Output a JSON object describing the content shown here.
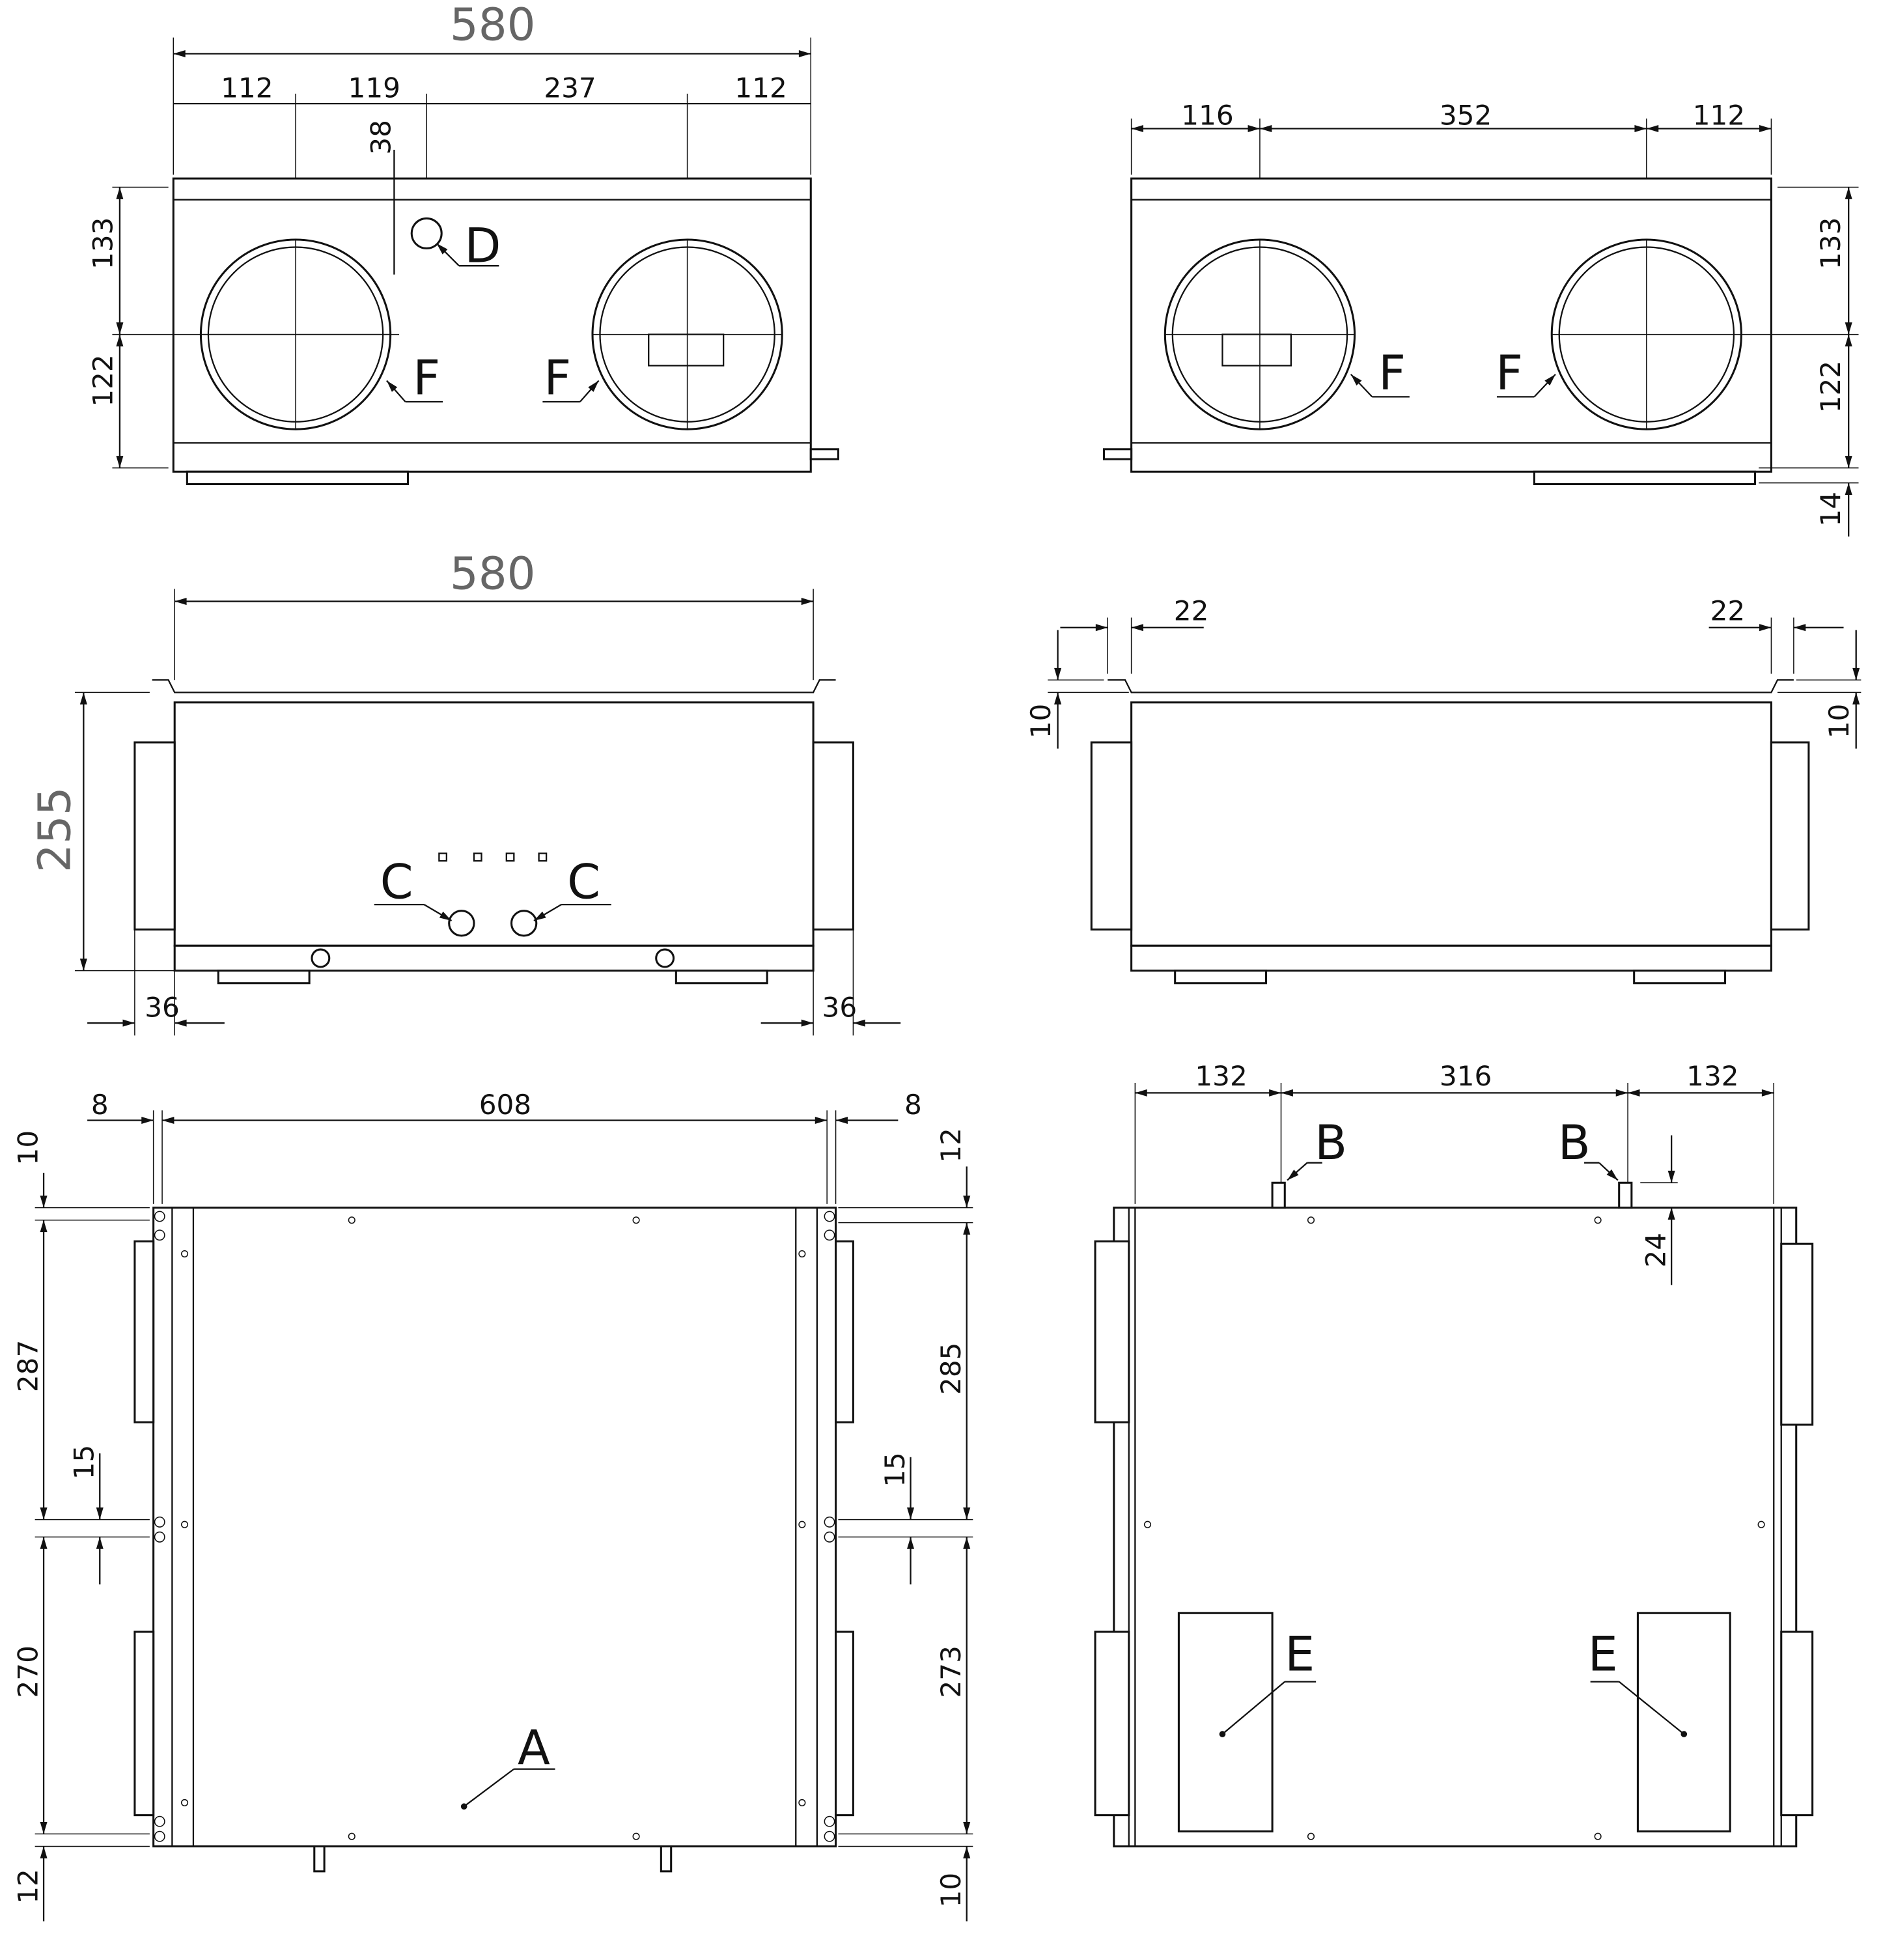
{
  "front_view": {
    "overall": "580",
    "d1": "112",
    "d2": "119",
    "d3": "237",
    "d4": "112",
    "d_height": "38",
    "h_top": "133",
    "h_bottom": "122",
    "label_d": "D",
    "label_f1": "F",
    "label_f2": "F"
  },
  "rear_view": {
    "d1": "116",
    "d2": "352",
    "d3": "112",
    "h_top": "133",
    "h_bottom": "122",
    "h_foot": "14",
    "label_f1": "F",
    "label_f2": "F"
  },
  "side_view": {
    "overall": "580",
    "height": "255",
    "left_duct": "36",
    "right_duct": "36",
    "label_c1": "C",
    "label_c2": "C"
  },
  "side_view_rear": {
    "left_flange": "22",
    "right_flange": "22",
    "left_h": "10",
    "right_h": "10"
  },
  "bottom_view": {
    "left": "8",
    "width": "608",
    "right": "8",
    "l1": "10",
    "l2": "287",
    "l3": "15",
    "l4": "270",
    "l5": "12",
    "r1": "12",
    "r2": "285",
    "r3": "15",
    "r4": "273",
    "r5": "10",
    "label_a": "A"
  },
  "top_view": {
    "d1": "132",
    "d2": "316",
    "d3": "132",
    "b_height": "24",
    "label_b1": "B",
    "label_b2": "B",
    "label_e1": "E",
    "label_e2": "E"
  }
}
